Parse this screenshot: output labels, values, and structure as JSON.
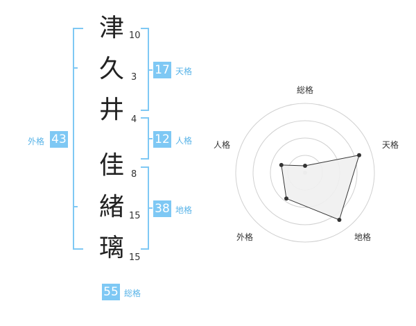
{
  "name_chars": [
    {
      "char": "津",
      "strokes": "10"
    },
    {
      "char": "久",
      "strokes": "3"
    },
    {
      "char": "井",
      "strokes": "4"
    },
    {
      "char": "佳",
      "strokes": "8"
    },
    {
      "char": "緒",
      "strokes": "15"
    },
    {
      "char": "璃",
      "strokes": "15"
    }
  ],
  "kaku": {
    "tenkaku": {
      "label": "天格",
      "value": "17"
    },
    "jinkaku": {
      "label": "人格",
      "value": "12"
    },
    "chikaku": {
      "label": "地格",
      "value": "38"
    },
    "gaikaku": {
      "label": "外格",
      "value": "43"
    },
    "soukaku": {
      "label": "総格",
      "value": "55"
    }
  },
  "colors": {
    "accent": "#7ec8f4",
    "bracket": "#7ec8f4",
    "radar_fill": "#efefef",
    "ring": "#d0d0d0"
  },
  "chart_data": {
    "type": "radar",
    "axes": [
      "総格",
      "天格",
      "地格",
      "外格",
      "人格"
    ],
    "values": [
      0.1,
      0.82,
      0.84,
      0.46,
      0.36
    ],
    "range": [
      0,
      1
    ],
    "rings": 4
  }
}
